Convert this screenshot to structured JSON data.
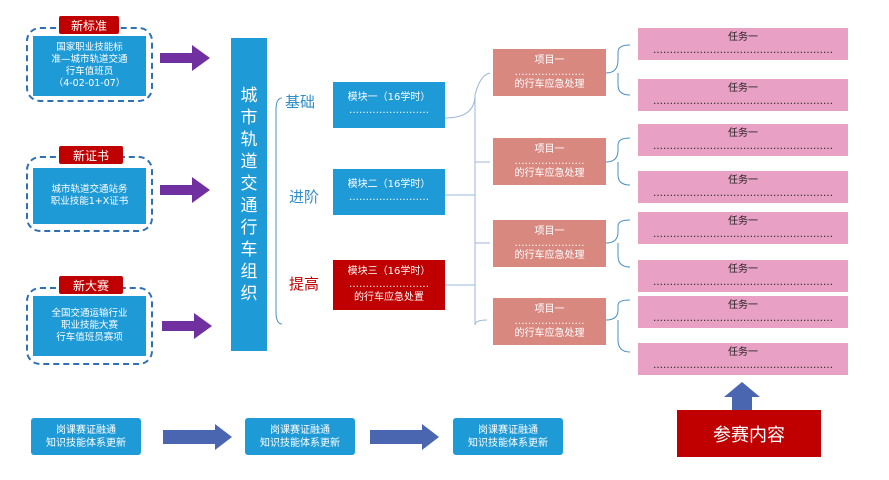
{
  "left_groups": [
    {
      "tag": "新标准",
      "lines": [
        "国家职业技能标",
        "准—城市轨道交通",
        "行车值班员",
        "（4-02-01-07）"
      ]
    },
    {
      "tag": "新证书",
      "lines": [
        "城市轨道交通站务",
        "职业技能1+X证书"
      ]
    },
    {
      "tag": "新大赛",
      "lines": [
        "全国交通运输行业",
        "职业技能大赛",
        "行车值班员赛项"
      ]
    }
  ],
  "course_title": [
    "城",
    "市",
    "轨",
    "道",
    "交",
    "通",
    "行",
    "车",
    "组",
    "织"
  ],
  "levels": [
    {
      "label": "基础",
      "module_title": "模块一（16学时）",
      "module_dots": "……………………",
      "module_sub": ""
    },
    {
      "label": "进阶",
      "module_title": "模块二（16学时）",
      "module_dots": "……………………",
      "module_sub": ""
    },
    {
      "label": "提高",
      "module_title": "模块三（16学时）",
      "module_dots": "……………………",
      "module_sub": "的行车应急处置"
    }
  ],
  "projects": [
    {
      "title": "项目一",
      "dots": "…………………",
      "sub": "的行车应急处理"
    },
    {
      "title": "项目一",
      "dots": "…………………",
      "sub": "的行车应急处理"
    },
    {
      "title": "项目一",
      "dots": "…………………",
      "sub": "的行车应急处理"
    },
    {
      "title": "项目一",
      "dots": "…………………",
      "sub": "的行车应急处理"
    }
  ],
  "tasks": [
    {
      "title": "任务一",
      "dots": "………………………………………………"
    },
    {
      "title": "任务一",
      "dots": "………………………………………………"
    },
    {
      "title": "任务一",
      "dots": "………………………………………………"
    },
    {
      "title": "任务一",
      "dots": "………………………………………………"
    },
    {
      "title": "任务一",
      "dots": "………………………………………………"
    },
    {
      "title": "任务一",
      "dots": "………………………………………………"
    },
    {
      "title": "任务一",
      "dots": "………………………………………………"
    },
    {
      "title": "任务一",
      "dots": "………………………………………………"
    }
  ],
  "bottom_boxes": [
    {
      "line1": "岗课赛证融通",
      "line2": "知识技能体系更新"
    },
    {
      "line1": "岗课赛证融通",
      "line2": "知识技能体系更新"
    },
    {
      "line1": "岗课赛证融通",
      "line2": "知识技能体系更新"
    }
  ],
  "competition_label": "参赛内容",
  "colors": {
    "blue": "#1e9ad6",
    "red": "#c00000",
    "project_pink": "#d98880",
    "task_pink": "#e8a0c5",
    "purple_arrow": "#7030a0",
    "slate_arrow": "#4a66b0",
    "dashed_border": "#2f6fb3"
  }
}
